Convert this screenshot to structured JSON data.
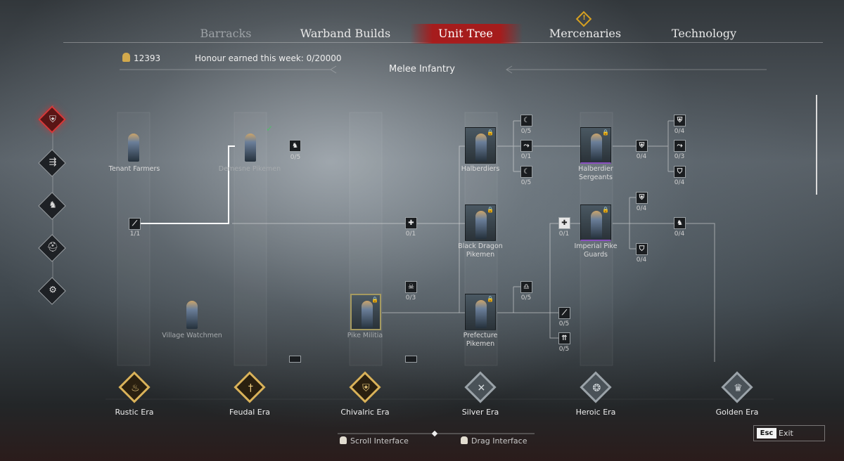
{
  "tabs": [
    {
      "label": "Barracks",
      "state": "dim"
    },
    {
      "label": "Warband Builds",
      "state": "normal"
    },
    {
      "label": "Unit Tree",
      "state": "active"
    },
    {
      "label": "Mercenaries",
      "state": "normal"
    },
    {
      "label": "Technology",
      "state": "normal"
    }
  ],
  "mercenaries_alert": "!",
  "currency": {
    "amount": "12393",
    "honour_text": "Honour earned this week: 0/20000"
  },
  "category_title": "Melee Infantry",
  "side_categories": [
    {
      "icon": "shield-icon",
      "glyph": "⛨",
      "active": true
    },
    {
      "icon": "arrows-icon",
      "glyph": "⇶",
      "active": false
    },
    {
      "icon": "horse-icon",
      "glyph": "♞",
      "active": false
    },
    {
      "icon": "helmet-icon",
      "glyph": "⛑",
      "active": false
    },
    {
      "icon": "siege-icon",
      "glyph": "⚙",
      "active": false
    }
  ],
  "units": {
    "tenant_farmers": "Tenant Farmers",
    "demesne_pikemen": "Demesne Pikemen",
    "village_watchmen": "Village Watchmen",
    "pike_militia": "Pike Militia",
    "halberdiers": "Halberdiers",
    "black_dragon_line1": "Black Dragon",
    "black_dragon_line2": "Pikemen",
    "prefecture_line1": "Prefecture",
    "prefecture_line2": "Pikemen",
    "halberdier_sergeants_line1": "Halberdier",
    "halberdier_sergeants_line2": "Sergeants",
    "imperial_pike_line1": "Imperial Pike",
    "imperial_pike_line2": "Guards"
  },
  "perks": {
    "tenant_upgrade": "1/1",
    "demesne_upgrade": "0/5",
    "black_dragon_path": "0/1",
    "pike_militia_path": "0/3",
    "halberdiers_a": "0/5",
    "halberdiers_b": "0/1",
    "halberdiers_c": "0/5",
    "prefecture_top": "0/5",
    "prefecture_a": "0/5",
    "prefecture_b": "0/5",
    "sergeants_path": "0/4",
    "sergeants_a": "0/4",
    "sergeants_b": "0/3",
    "sergeants_c": "0/4",
    "imperial_in": "0/1",
    "imperial_top": "0/4",
    "imperial_bottom": "0/4",
    "imperial_out": "0/4"
  },
  "eras": [
    {
      "label": "Rustic Era",
      "style": "gold",
      "icon": "flame-icon",
      "glyph": "♨"
    },
    {
      "label": "Feudal Era",
      "style": "gold",
      "icon": "sword-icon",
      "glyph": "†"
    },
    {
      "label": "Chivalric Era",
      "style": "gold",
      "icon": "helm-icon",
      "glyph": "⛨"
    },
    {
      "label": "Silver Era",
      "style": "grey",
      "icon": "crossed-swords-icon",
      "glyph": "✕"
    },
    {
      "label": "Heroic Era",
      "style": "grey",
      "icon": "crest-icon",
      "glyph": "❂"
    },
    {
      "label": "Golden Era",
      "style": "grey",
      "icon": "crown-icon",
      "glyph": "♛"
    }
  ],
  "hints": {
    "scroll": "Scroll Interface",
    "drag": "Drag Interface"
  },
  "exit": {
    "key": "Esc",
    "label": "Exit"
  },
  "colors": {
    "accent_red": "#aa1919",
    "era_gold": "#d9b25a",
    "check_green": "#4fbf6a"
  }
}
